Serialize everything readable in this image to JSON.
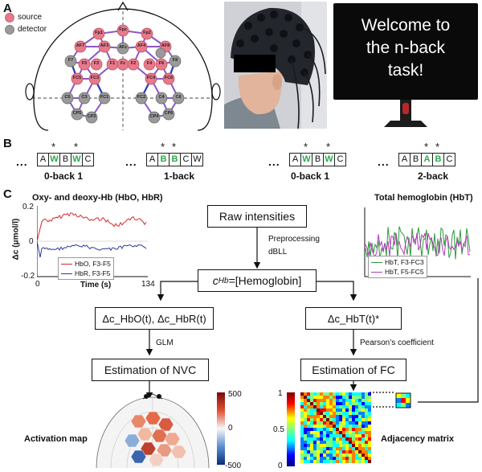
{
  "panels": {
    "a": "A",
    "b": "B",
    "c": "C"
  },
  "panel_a": {
    "legend_source": "source",
    "legend_detector": "detector",
    "sources": [
      "Fp1",
      "Fpz",
      "Fp2",
      "AF7",
      "AF3",
      "AF4",
      "AF8",
      "F5",
      "F3",
      "F1",
      "Fz",
      "F2",
      "F4",
      "F6",
      "FC5",
      "FC3",
      "FC4",
      "FC6"
    ],
    "detectors": [
      "F7",
      "F8",
      "FC1",
      "FC2",
      "C5",
      "C3",
      "C1",
      "C2",
      "C4",
      "C6",
      "CP3",
      "CP5",
      "CP4",
      "CP6",
      "AFz"
    ],
    "monitor_lines": [
      "Welcome to",
      "the n-back",
      "task!"
    ]
  },
  "panel_b": {
    "ellipsis": "...",
    "groups": [
      {
        "cells": [
          "A",
          "W",
          "B",
          "W",
          "C"
        ],
        "targets": [
          1,
          3
        ],
        "label": "0-back 1"
      },
      {
        "cells": [
          "A",
          "B",
          "B",
          "C",
          "W"
        ],
        "targets": [
          1,
          2
        ],
        "label": "1-back"
      },
      {
        "cells": [
          "A",
          "W",
          "B",
          "W",
          "C"
        ],
        "targets": [
          1,
          3
        ],
        "label": "0-back 1"
      },
      {
        "cells": [
          "A",
          "B",
          "A",
          "B",
          "C"
        ],
        "targets": [
          2,
          3
        ],
        "label": "2-back"
      }
    ],
    "star": "*"
  },
  "panel_c": {
    "hb_title": "Oxy- and deoxy-Hb (HbO, HbR)",
    "hb_ylabel": "Δc (μmol/l)",
    "hb_xlabel": "Time (s)",
    "hb_yticks": [
      "0.2",
      "0",
      "-0.2"
    ],
    "hb_xticks": [
      "0",
      "134"
    ],
    "hb_legend": [
      "HbO, F3-F5",
      "HbR, F3-F5"
    ],
    "hbt_title": "Total hemoglobin (HbT)",
    "hbt_legend": [
      "HbT, F3-FC3",
      "HbT, F5-FC5"
    ],
    "raw": "Raw intensities",
    "preproc1": "Preprocessing",
    "preproc2": "dBLL",
    "conc_sym": "c",
    "conc_sub": "Hb",
    "conc_rest": "=[Hemoglobin]",
    "left_expr": "Δc_HbO(t), Δc_HbR(t)",
    "right_expr": "Δc_HbT(t)*",
    "glm": "GLM",
    "pearson": "Pearson’s coefficient",
    "nvc": "Estimation of NVC",
    "fc": "Estimation of FC",
    "activation_label": "Activation map",
    "adjacency_label": "Adjacency matrix",
    "act_ticks": [
      "500",
      "0",
      "-500"
    ],
    "adj_ticks": [
      "1",
      "0.5",
      "0"
    ]
  },
  "colors": {
    "source": "#e8788a",
    "detector": "#9a9a9a",
    "hbo": "#d62a2a",
    "hbr": "#2c3b9c",
    "hbt1": "#2f9b3a",
    "hbt2": "#b23bb8",
    "target": "#2aa84a"
  }
}
